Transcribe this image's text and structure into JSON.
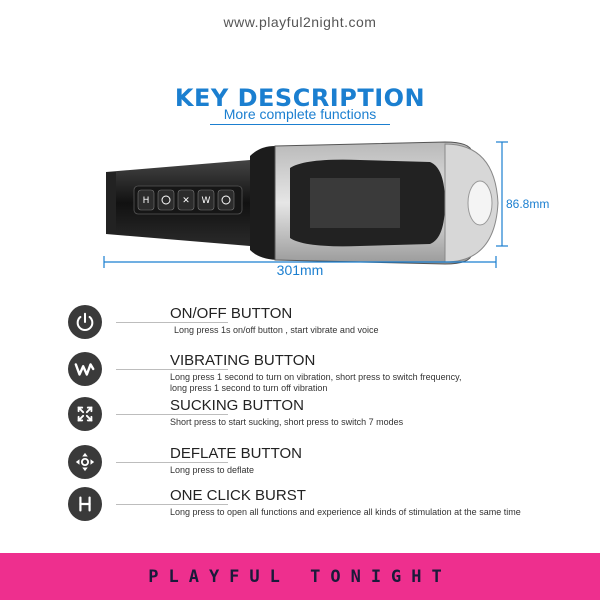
{
  "site_url": "www.playful2night.com",
  "heading": {
    "title": "KEY DESCRIPTION",
    "subtitle": "More complete functions"
  },
  "dimensions": {
    "length": "301mm",
    "diameter": "86.8mm"
  },
  "device_buttons": [
    "H",
    "deflate",
    "suck",
    "W",
    "power"
  ],
  "functions": [
    {
      "icon": "power-icon",
      "title": "ON/OFF BUTTON",
      "description": "Long press 1s on/off button , start vibrate and voice"
    },
    {
      "icon": "vibration-w-icon",
      "title": "VIBRATING BUTTON",
      "description_line1": "Long press 1 second to turn on vibration, short press to switch frequency,",
      "description_line2": "long press 1 second to turn off vibration"
    },
    {
      "icon": "sucking-icon",
      "title": "SUCKING BUTTON",
      "description": "Short press to start sucking, short press to switch 7 modes"
    },
    {
      "icon": "deflate-icon",
      "title": "DEFLATE BUTTON",
      "description": "Long press to deflate"
    },
    {
      "icon": "h-letter-icon",
      "title": "ONE CLICK BURST",
      "description": "Long press to open all functions and experience all kinds of stimulation at the same time"
    }
  ],
  "footer": {
    "brand": "PLAYFUL TONIGHT"
  },
  "colors": {
    "accent_blue": "#1b7fd0",
    "footer_pink": "#ee2f8e",
    "icon_dark": "#3a3a3a"
  }
}
